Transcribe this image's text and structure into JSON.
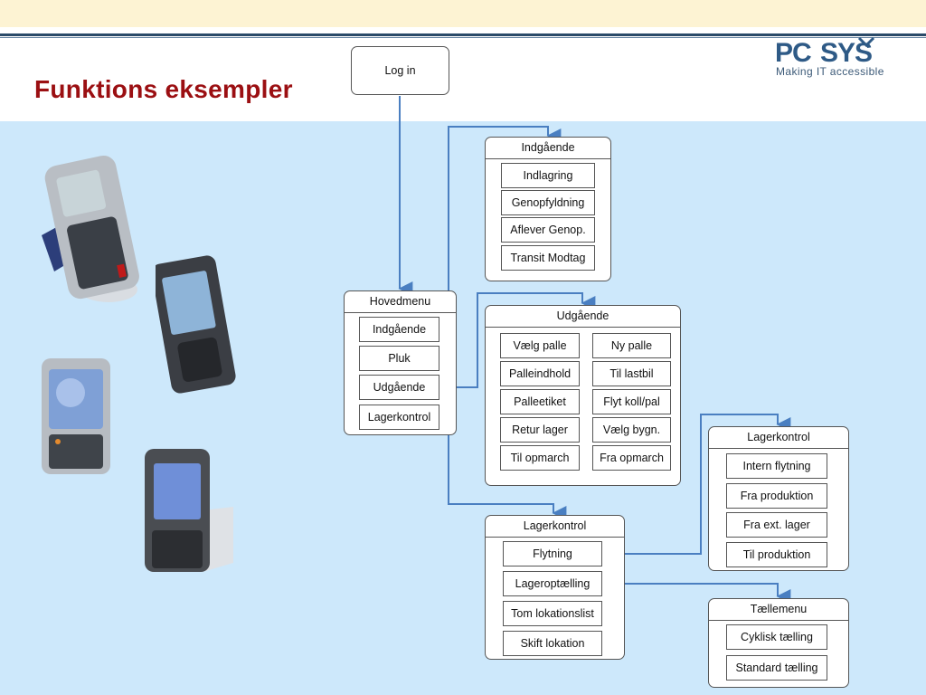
{
  "slide": {
    "title": "Funktions eksempler",
    "logo": {
      "brand": "PCSYS",
      "tagline": "Making IT accessible"
    }
  },
  "colors": {
    "title": "#9b0f12",
    "connector": "#4a7fc1",
    "background": "#cde8fb",
    "topbar": "#fdf3d3"
  },
  "login": {
    "label": "Log in"
  },
  "hovedmenu": {
    "title": "Hovedmenu",
    "items": [
      "Indgående",
      "Pluk",
      "Udgående",
      "Lagerkontrol"
    ]
  },
  "indgaaende": {
    "title": "Indgående",
    "items": [
      "Indlagring",
      "Genopfyldning",
      "Aflever Genop.",
      "Transit Modtag"
    ]
  },
  "udgaaende": {
    "title": "Udgående",
    "left": [
      "Vælg palle",
      "Palleindhold",
      "Palleetiket",
      "Retur lager",
      "Til opmarch"
    ],
    "right": [
      "Ny palle",
      "Til lastbil",
      "Flyt koll/pal",
      "Vælg bygn.",
      "Fra opmarch"
    ]
  },
  "lagerkontrol": {
    "title": "Lagerkontrol",
    "items": [
      "Flytning",
      "Lageroptælling",
      "Tom lokationslist",
      "Skift lokation"
    ]
  },
  "lagerkontrol_flyt": {
    "title": "Lagerkontrol",
    "items": [
      "Intern flytning",
      "Fra produktion",
      "Fra ext. lager",
      "Til produktion"
    ]
  },
  "taellemenu": {
    "title": "Tællemenu",
    "items": [
      "Cyklisk tælling",
      "Standard tælling"
    ]
  }
}
